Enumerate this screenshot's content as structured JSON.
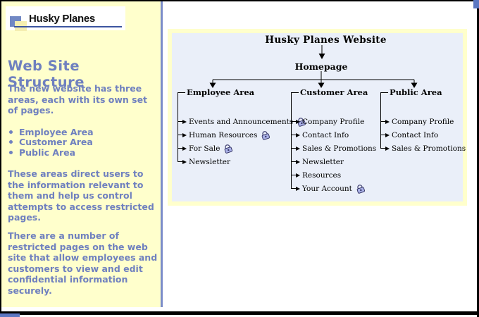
{
  "logo": {
    "title": "Husky Planes"
  },
  "sidebar": {
    "heading": "Web Site Structure",
    "para1": "The new website has three areas, each with its own set of pages.",
    "bullets": [
      "Employee Area",
      "Customer Area",
      "Public Area"
    ],
    "para2": "These areas direct users to the information relevant to them and help us control attempts to access restricted pages.",
    "para3": "There are a number of restricted pages on the web site that allow employees and customers to view and edit confidential information securely."
  },
  "diagram": {
    "title": "Husky Planes Website",
    "root": "Homepage",
    "areas": [
      {
        "label": "Employee Area",
        "items": [
          {
            "label": "Events and Announcements",
            "locked": true
          },
          {
            "label": "Human Resources",
            "locked": true
          },
          {
            "label": "For Sale",
            "locked": true
          },
          {
            "label": "Newsletter",
            "locked": false
          }
        ]
      },
      {
        "label": "Customer Area",
        "items": [
          {
            "label": "Company Profile",
            "locked": false
          },
          {
            "label": "Contact Info",
            "locked": false
          },
          {
            "label": "Sales & Promotions",
            "locked": false
          },
          {
            "label": "Newsletter",
            "locked": false
          },
          {
            "label": "Resources",
            "locked": false
          },
          {
            "label": "Your Account",
            "locked": true
          }
        ]
      },
      {
        "label": "Public Area",
        "items": [
          {
            "label": "Company Profile",
            "locked": false
          },
          {
            "label": "Contact Info",
            "locked": false
          },
          {
            "label": "Sales & Promotions",
            "locked": false
          }
        ]
      }
    ]
  },
  "icons": {
    "lock": "padlock (restricted page)"
  },
  "colors": {
    "sidebar_bg": "#ffffcc",
    "accent_text": "#6f80bf",
    "separator": "#7b8cc9",
    "diagram_bg": "#eaeff9",
    "diagram_border": "#ffffcc",
    "frame_accent": "#5c77c2",
    "frame_border": "#000000"
  }
}
